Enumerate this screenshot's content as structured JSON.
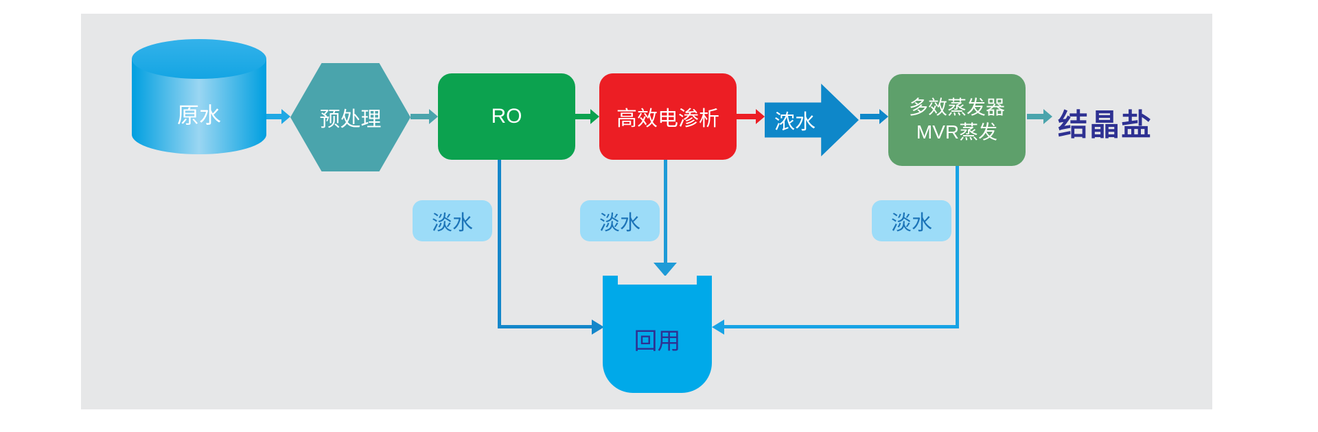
{
  "panel": {
    "background": "#E6E7E8"
  },
  "nodes": {
    "raw_water": {
      "label": "原水",
      "shape": "cylinder",
      "color": "#009FE0"
    },
    "pretreatment": {
      "label": "预处理",
      "shape": "hexagon",
      "color": "#4AA4AC"
    },
    "ro": {
      "label": "RO",
      "shape": "rounded-box",
      "color": "#0CA24F"
    },
    "electrodialysis": {
      "label": "高效电渗析",
      "shape": "rounded-box",
      "color": "#EC1E24"
    },
    "concentrate": {
      "label": "浓水",
      "shape": "block-arrow",
      "color": "#0E87C9"
    },
    "evaporator": {
      "line1": "多效蒸发器",
      "line2": "MVR蒸发",
      "shape": "rounded-box",
      "color": "#5EA06B"
    },
    "crystal_salt": {
      "label": "结晶盐",
      "shape": "text",
      "color": "#2E3192"
    }
  },
  "outputs": {
    "fresh_water_1": "淡水",
    "fresh_water_2": "淡水",
    "fresh_water_3": "淡水"
  },
  "tank": {
    "label": "回用",
    "color": "#00A9E9",
    "text_color": "#2E3192"
  },
  "connector_colors": {
    "raw_to_pre": "#1FA8E4",
    "pre_to_ro": "#4AA4AC",
    "ro_to_ed": "#0CA24F",
    "ed_to_conc": "#EC1E24",
    "conc_to_ev": "#0E87C9",
    "ev_to_salt": "#4AA4AC",
    "ro_drain": "#1487CA",
    "ed_drain": "#1E9BD7",
    "ev_drain": "#17A3E5"
  },
  "badge_style": {
    "background": "#9CDCF8",
    "text": "#1C74B8"
  }
}
